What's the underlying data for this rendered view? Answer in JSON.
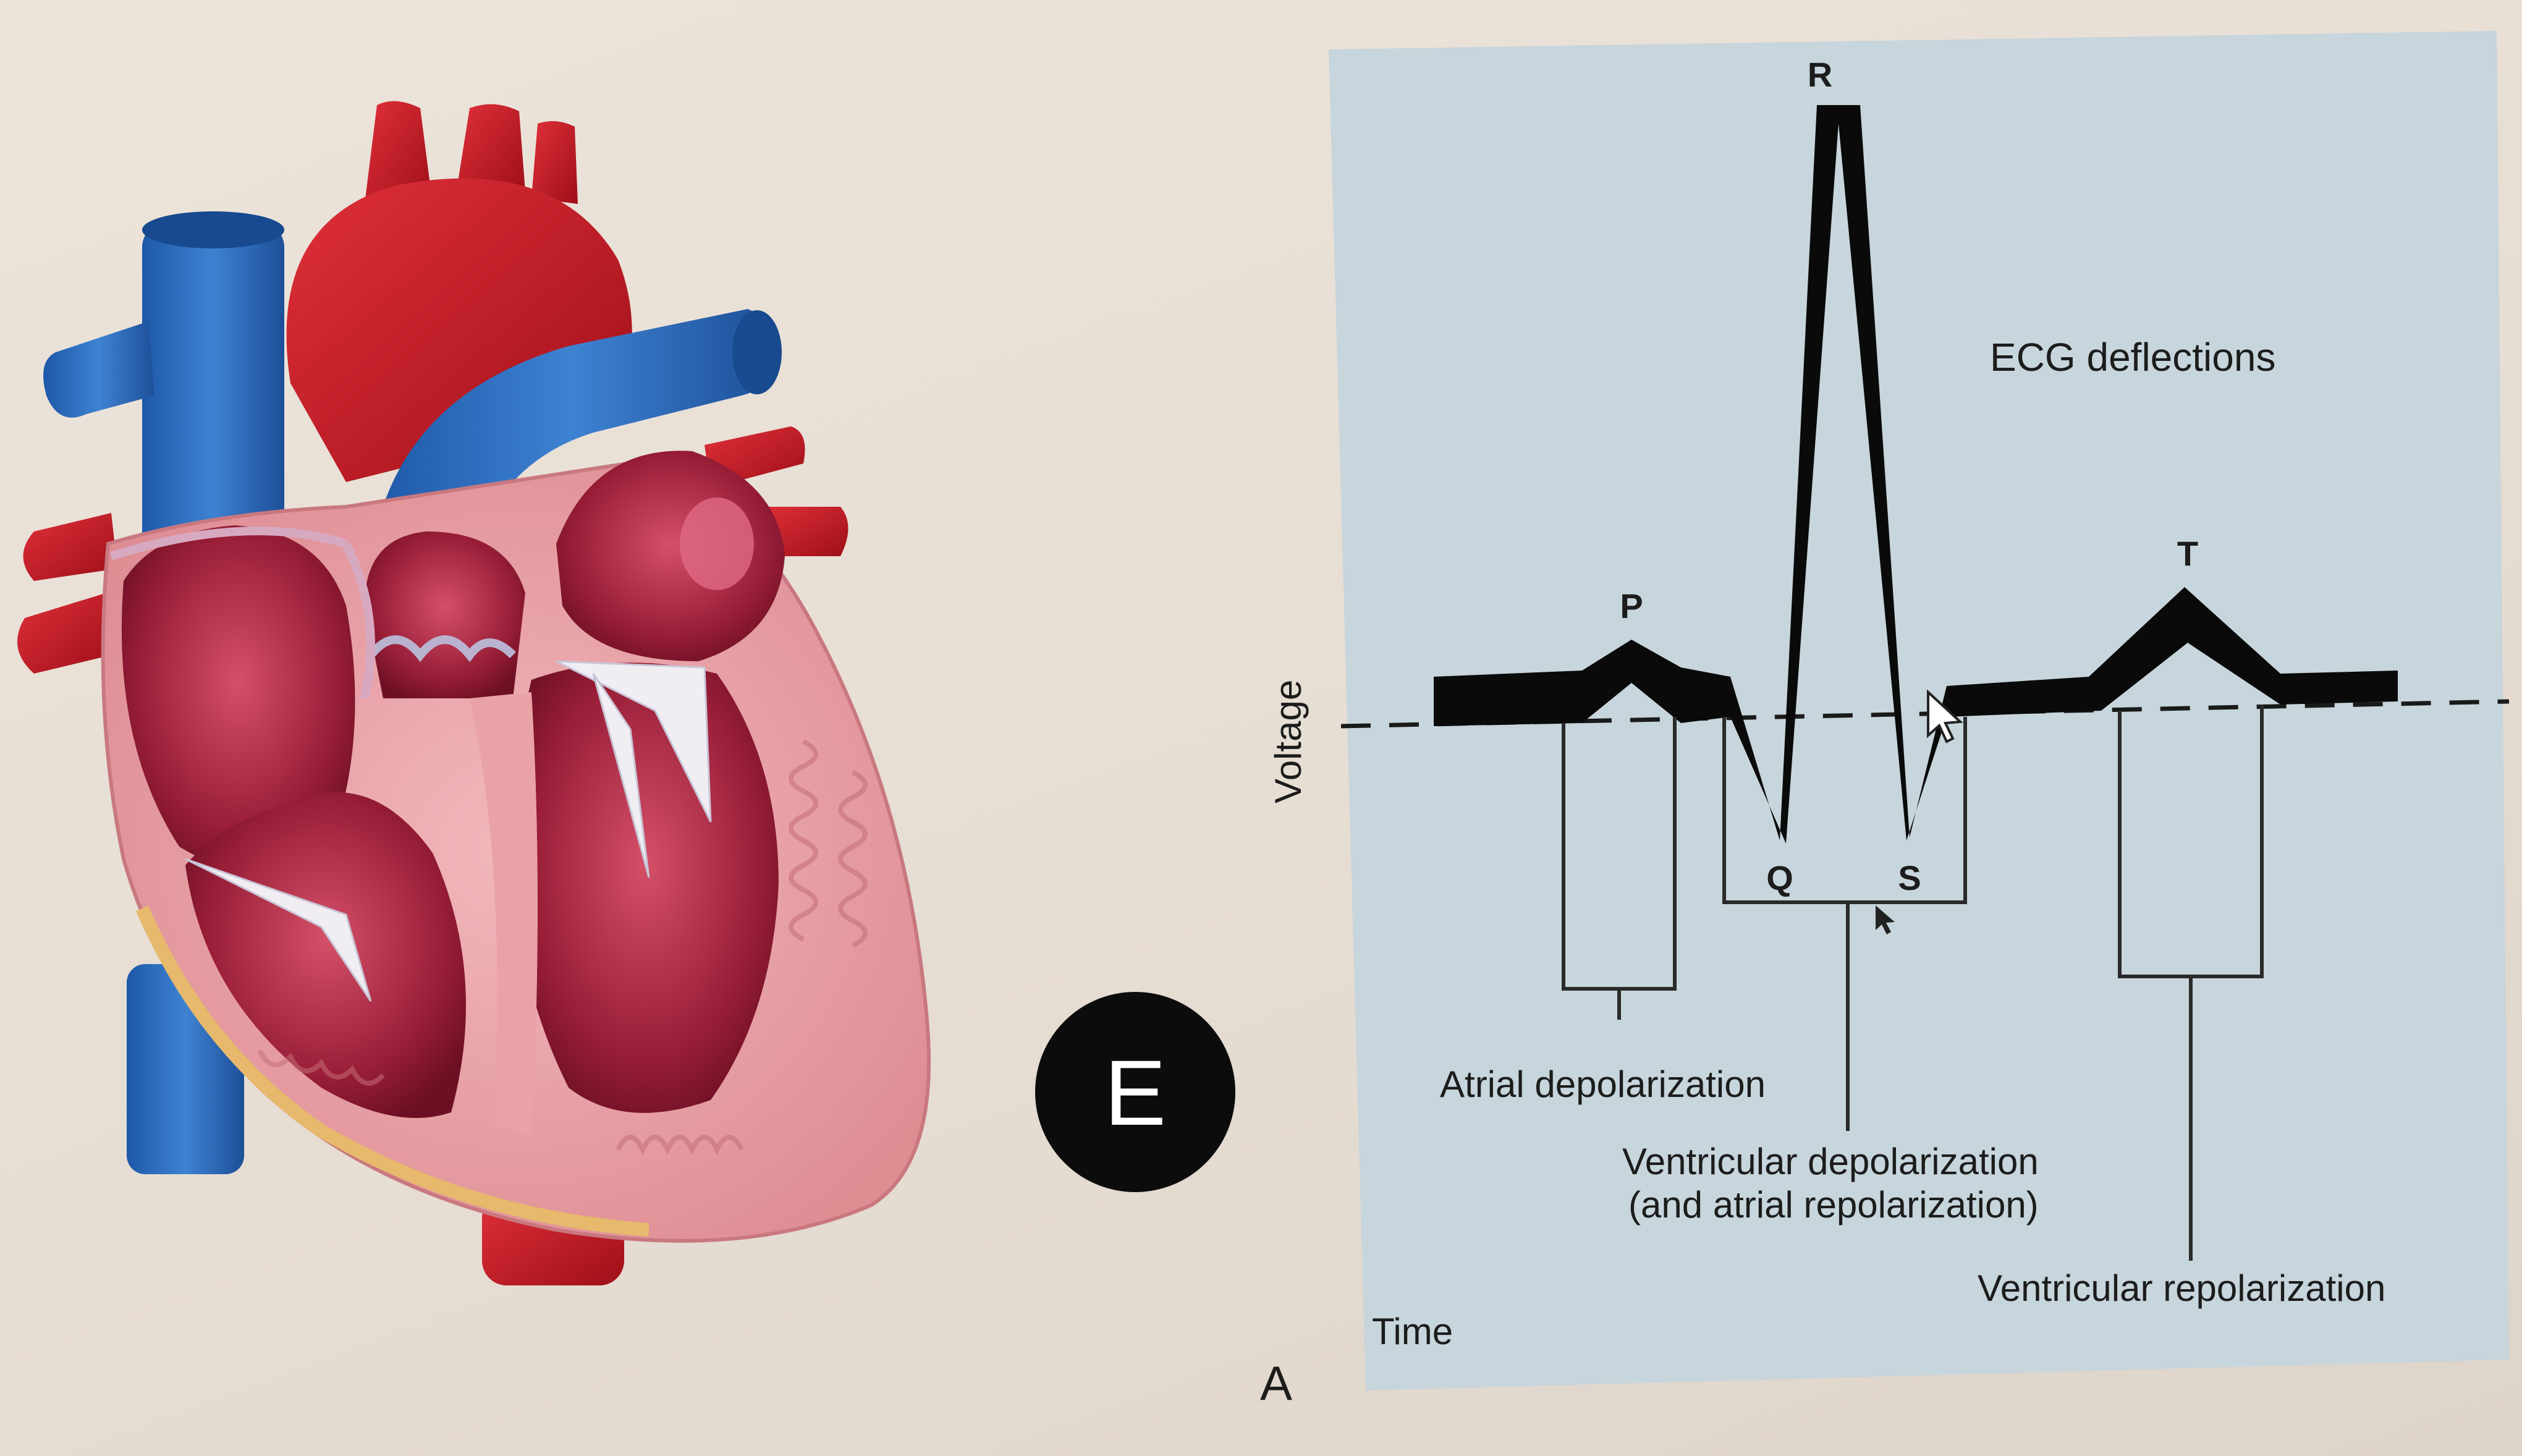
{
  "badge": {
    "letter": "E"
  },
  "panel": {
    "letter": "A"
  },
  "ecg": {
    "title": "ECG deflections",
    "y_axis_label": "Voltage",
    "x_axis_label": "Time",
    "waves": {
      "p": "P",
      "q": "Q",
      "r": "R",
      "s": "S",
      "t": "T"
    },
    "annotations": {
      "atrial": "Atrial depolarization",
      "ventricular_line1": "Ventricular depolarization",
      "ventricular_line2": "(and atrial repolarization)",
      "ventricular_repol": "Ventricular repolarization"
    }
  },
  "colors": {
    "panel_bg": "#c7d5dc",
    "artery_red": "#c3141f",
    "vein_blue": "#2a67b8",
    "myocardium": "#e9a2a6",
    "trace": "#0a0a0a"
  }
}
